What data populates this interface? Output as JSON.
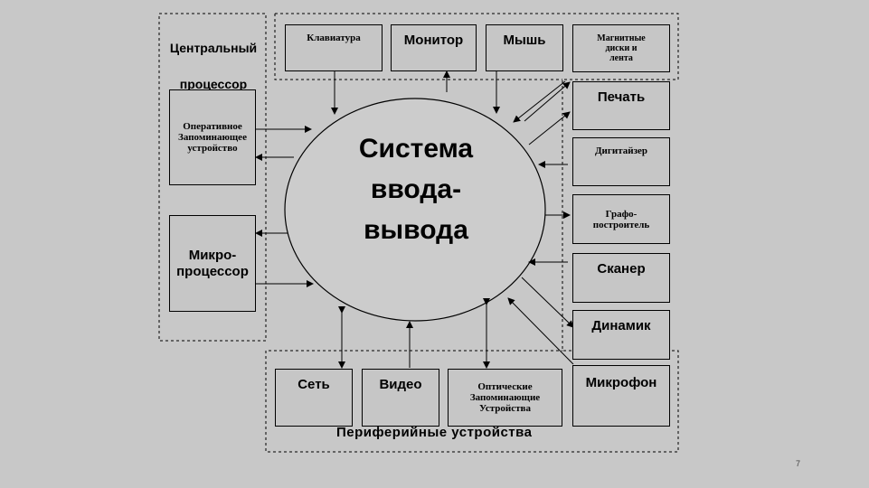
{
  "center": {
    "lines": [
      "Система",
      "ввода-",
      "вывода"
    ]
  },
  "cpu_group": {
    "title_lines": [
      "Центральный",
      "процессор"
    ],
    "ram": [
      "Оперативное",
      "Запоминающее",
      "устройство"
    ],
    "micro": [
      "Микро-",
      "процессор"
    ]
  },
  "top_devices": {
    "keyboard": "Клавиатура",
    "monitor": "Монитор",
    "mouse": "Мышь"
  },
  "right_devices": {
    "disks": [
      "Магнитные",
      "диски и",
      "лента"
    ],
    "print": "Печать",
    "digitizer": "Дигитайзер",
    "plotter": [
      "Графо-",
      "построитель"
    ],
    "scanner": "Сканер",
    "speaker": "Динамик",
    "microphone": "Микрофон"
  },
  "bottom_devices": {
    "network": "Сеть",
    "video": "Видео",
    "optical": [
      "Оптические",
      "Запоминающие",
      "Устройства"
    ]
  },
  "peripheral_label": "Периферийные устройства",
  "page_mark": "7",
  "colors": {
    "background": "#c8c8c8",
    "line": "#000000",
    "ellipse_fill": "#cccccc"
  }
}
